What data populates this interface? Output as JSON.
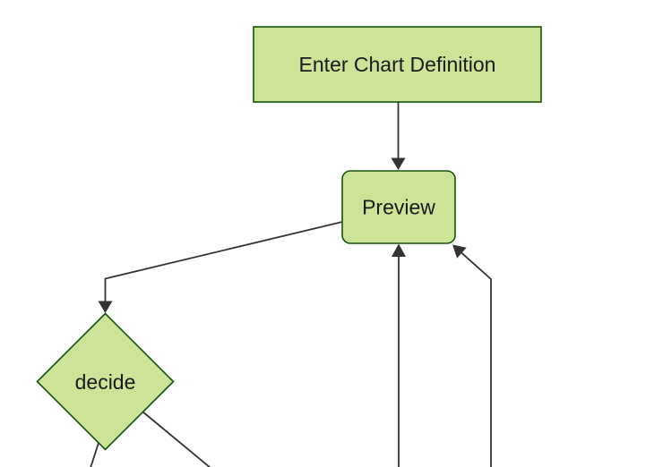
{
  "diagram": {
    "type": "flowchart",
    "direction": "top-down",
    "colors": {
      "background": "#ffffff",
      "node_fill": "#cde498",
      "node_border": "#13540c",
      "edge": "#333333",
      "text": "#1a1a1a"
    },
    "nodes": [
      {
        "id": "A",
        "label": "Enter Chart Definition",
        "shape": "rectangle"
      },
      {
        "id": "B",
        "label": "Preview",
        "shape": "rounded-rectangle"
      },
      {
        "id": "C",
        "label": "decide",
        "shape": "diamond"
      }
    ],
    "edges": [
      {
        "from": "A",
        "to": "B",
        "arrow": true
      },
      {
        "from": "B",
        "to": "C",
        "arrow": true
      },
      {
        "from": "C",
        "to": "offscreen-bottom-left",
        "arrow": false
      },
      {
        "from": "C",
        "to": "offscreen-bottom-right",
        "arrow": false
      },
      {
        "from": "offscreen-bottom-center",
        "to": "B",
        "arrow": true
      },
      {
        "from": "offscreen-bottom-right",
        "to": "B",
        "arrow": true
      }
    ]
  }
}
